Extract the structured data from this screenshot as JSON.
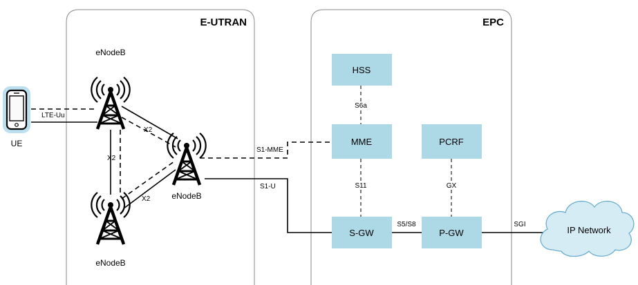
{
  "regions": {
    "eutran": "E-UTRAN",
    "epc": "EPC"
  },
  "devices": {
    "ue": "UE",
    "enb_top": "eNodeB",
    "enb_right": "eNodeB",
    "enb_bottom": "eNodeB"
  },
  "nodes": {
    "hss": "HSS",
    "mme": "MME",
    "pcrf": "PCRF",
    "sgw": "S-GW",
    "pgw": "P-GW",
    "ip_network": "IP Network"
  },
  "interfaces": {
    "lte_uu": "LTE-Uu",
    "x2_top": "X2",
    "x2_left": "X2",
    "x2_bottom": "X2",
    "s1_mme": "S1-MME",
    "s1_u": "S1-U",
    "s6a": "S6a",
    "s11": "S11",
    "gx": "GX",
    "s5_s8": "S5/S8",
    "sgi": "SGI"
  },
  "colors": {
    "node_fill": "#add8e6",
    "cloud_fill": "#d6ecf5",
    "phone_glow": "#9fd3ea"
  }
}
